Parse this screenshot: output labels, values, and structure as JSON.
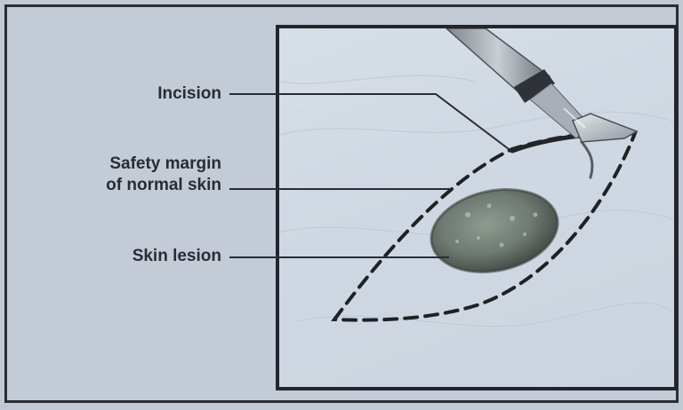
{
  "labels": {
    "incision": "Incision",
    "safety_margin_line1": "Safety margin",
    "safety_margin_line2": "of normal skin",
    "skin_lesion": "Skin lesion"
  },
  "colors": {
    "background": "#bfc8d3",
    "frame": "#2b2d33",
    "text": "#2a2c33",
    "lesion_dark": "#4a4f4c",
    "lesion_light": "#8a9a8e"
  }
}
